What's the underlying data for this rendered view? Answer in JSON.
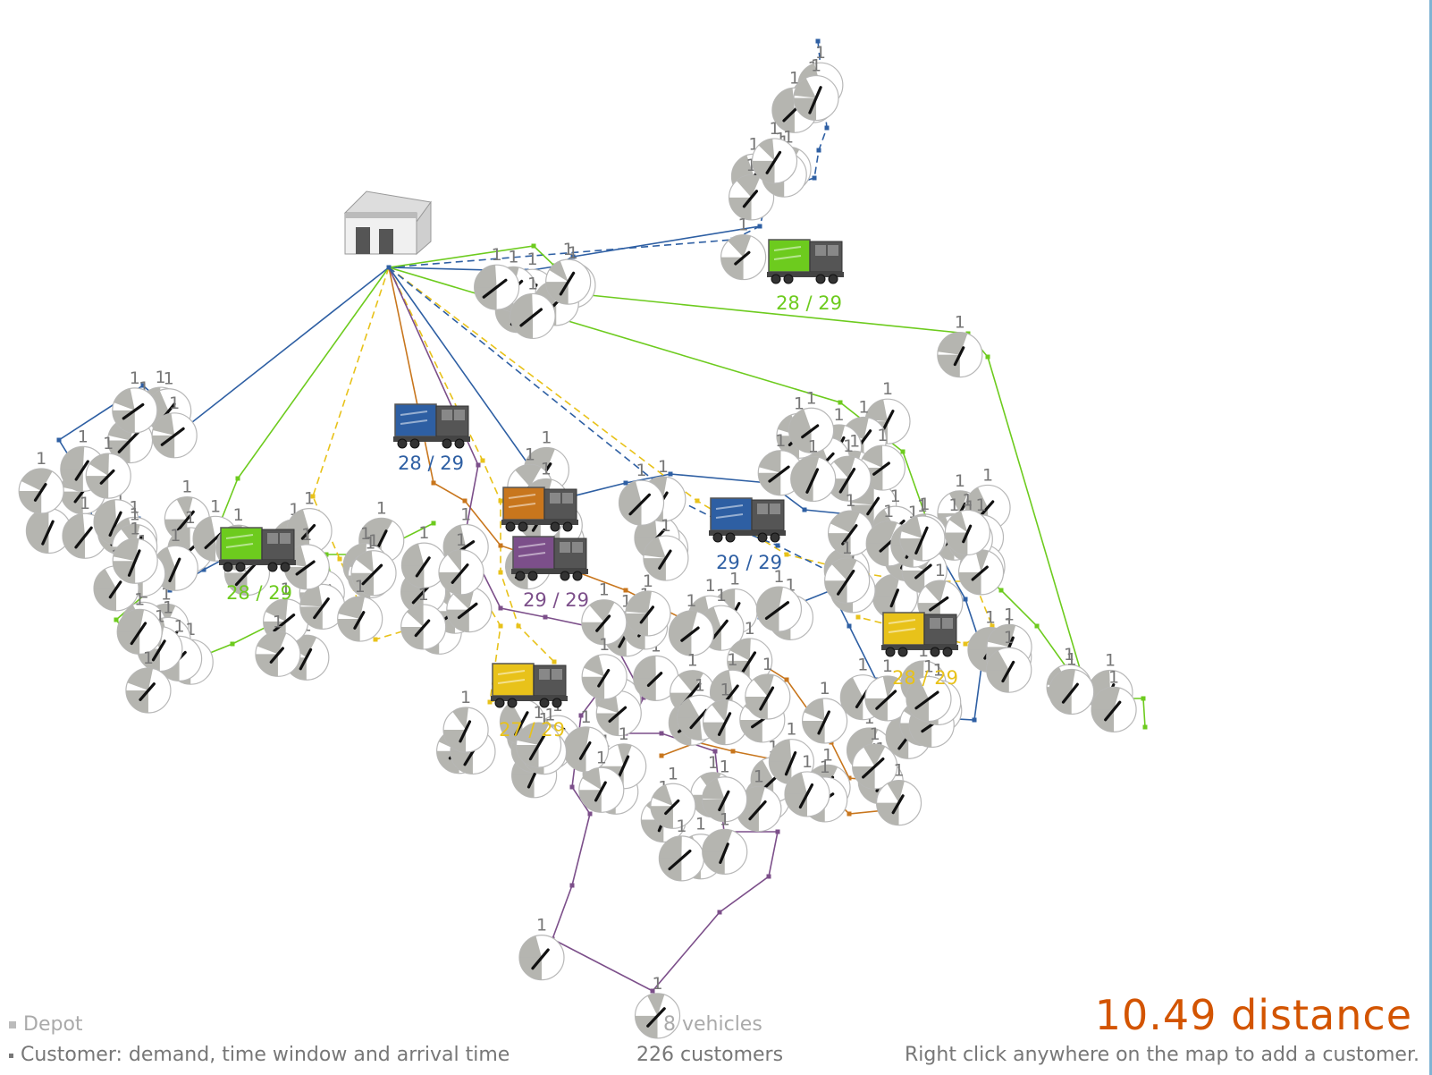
{
  "route_colors": {
    "blue": "#2e5fa3",
    "green": "#6dcb1e",
    "yellow": "#e8c21a",
    "orange": "#c8761d",
    "purple": "#7c4f8a"
  },
  "depot": {
    "icon": "warehouse-icon"
  },
  "vehicles_on_map": [
    {
      "color": "green",
      "load": "28 / 29"
    },
    {
      "color": "blue",
      "load": "28 / 29"
    },
    {
      "color": "orange",
      "load": ""
    },
    {
      "color": "purple",
      "load": "29 / 29"
    },
    {
      "color": "blue",
      "load": "29 / 29"
    },
    {
      "color": "green",
      "load": "28 / 29"
    },
    {
      "color": "yellow",
      "load": "28 / 29"
    },
    {
      "color": "yellow",
      "load": "27 / 29"
    }
  ],
  "customer_demand_label": "1",
  "legend": {
    "depot": "Depot",
    "customer": "Customer: demand, time window and arrival time"
  },
  "stats": {
    "vehicles": "8 vehicles",
    "customers": "226 customers"
  },
  "score": {
    "distance": "10.49 distance"
  },
  "hint": "Right click anywhere on the map to add a customer."
}
